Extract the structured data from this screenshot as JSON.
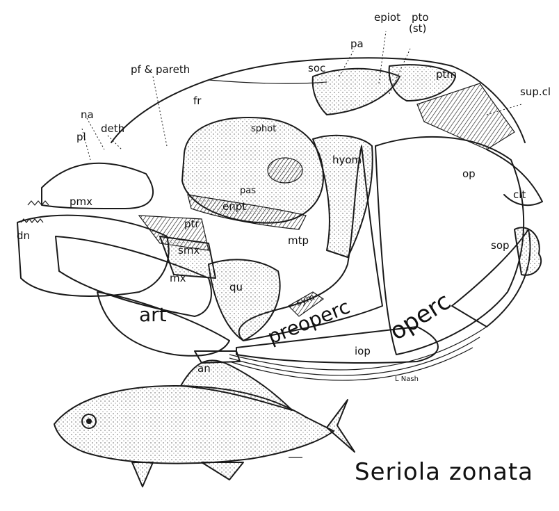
{
  "title": "Seriola zonata",
  "signature": "L Nash",
  "labels": {
    "pa": "pa",
    "epiot": "epiot",
    "pto": "pto",
    "st": "(st)",
    "pf_pareth": "pf & pareth",
    "soc": "soc",
    "ptm": "ptm",
    "sup_cl": "sup.cl",
    "na": "na",
    "fr": "fr",
    "deth": "deth",
    "pl": "pl",
    "sphot": "sphot",
    "hyom": "hyom",
    "op": "op",
    "pas": "pas",
    "enpt": "enpt",
    "pmx": "pmx",
    "clt": "clt",
    "ptr": "ptr",
    "dn": "dn",
    "smx": "smx",
    "mtp": "mtp",
    "sop": "sop",
    "mx": "mx",
    "qu": "qu",
    "sym": "sym",
    "art": "art",
    "preoperc": "preoperc",
    "operc": "operc",
    "iop": "iop",
    "an": "an"
  }
}
